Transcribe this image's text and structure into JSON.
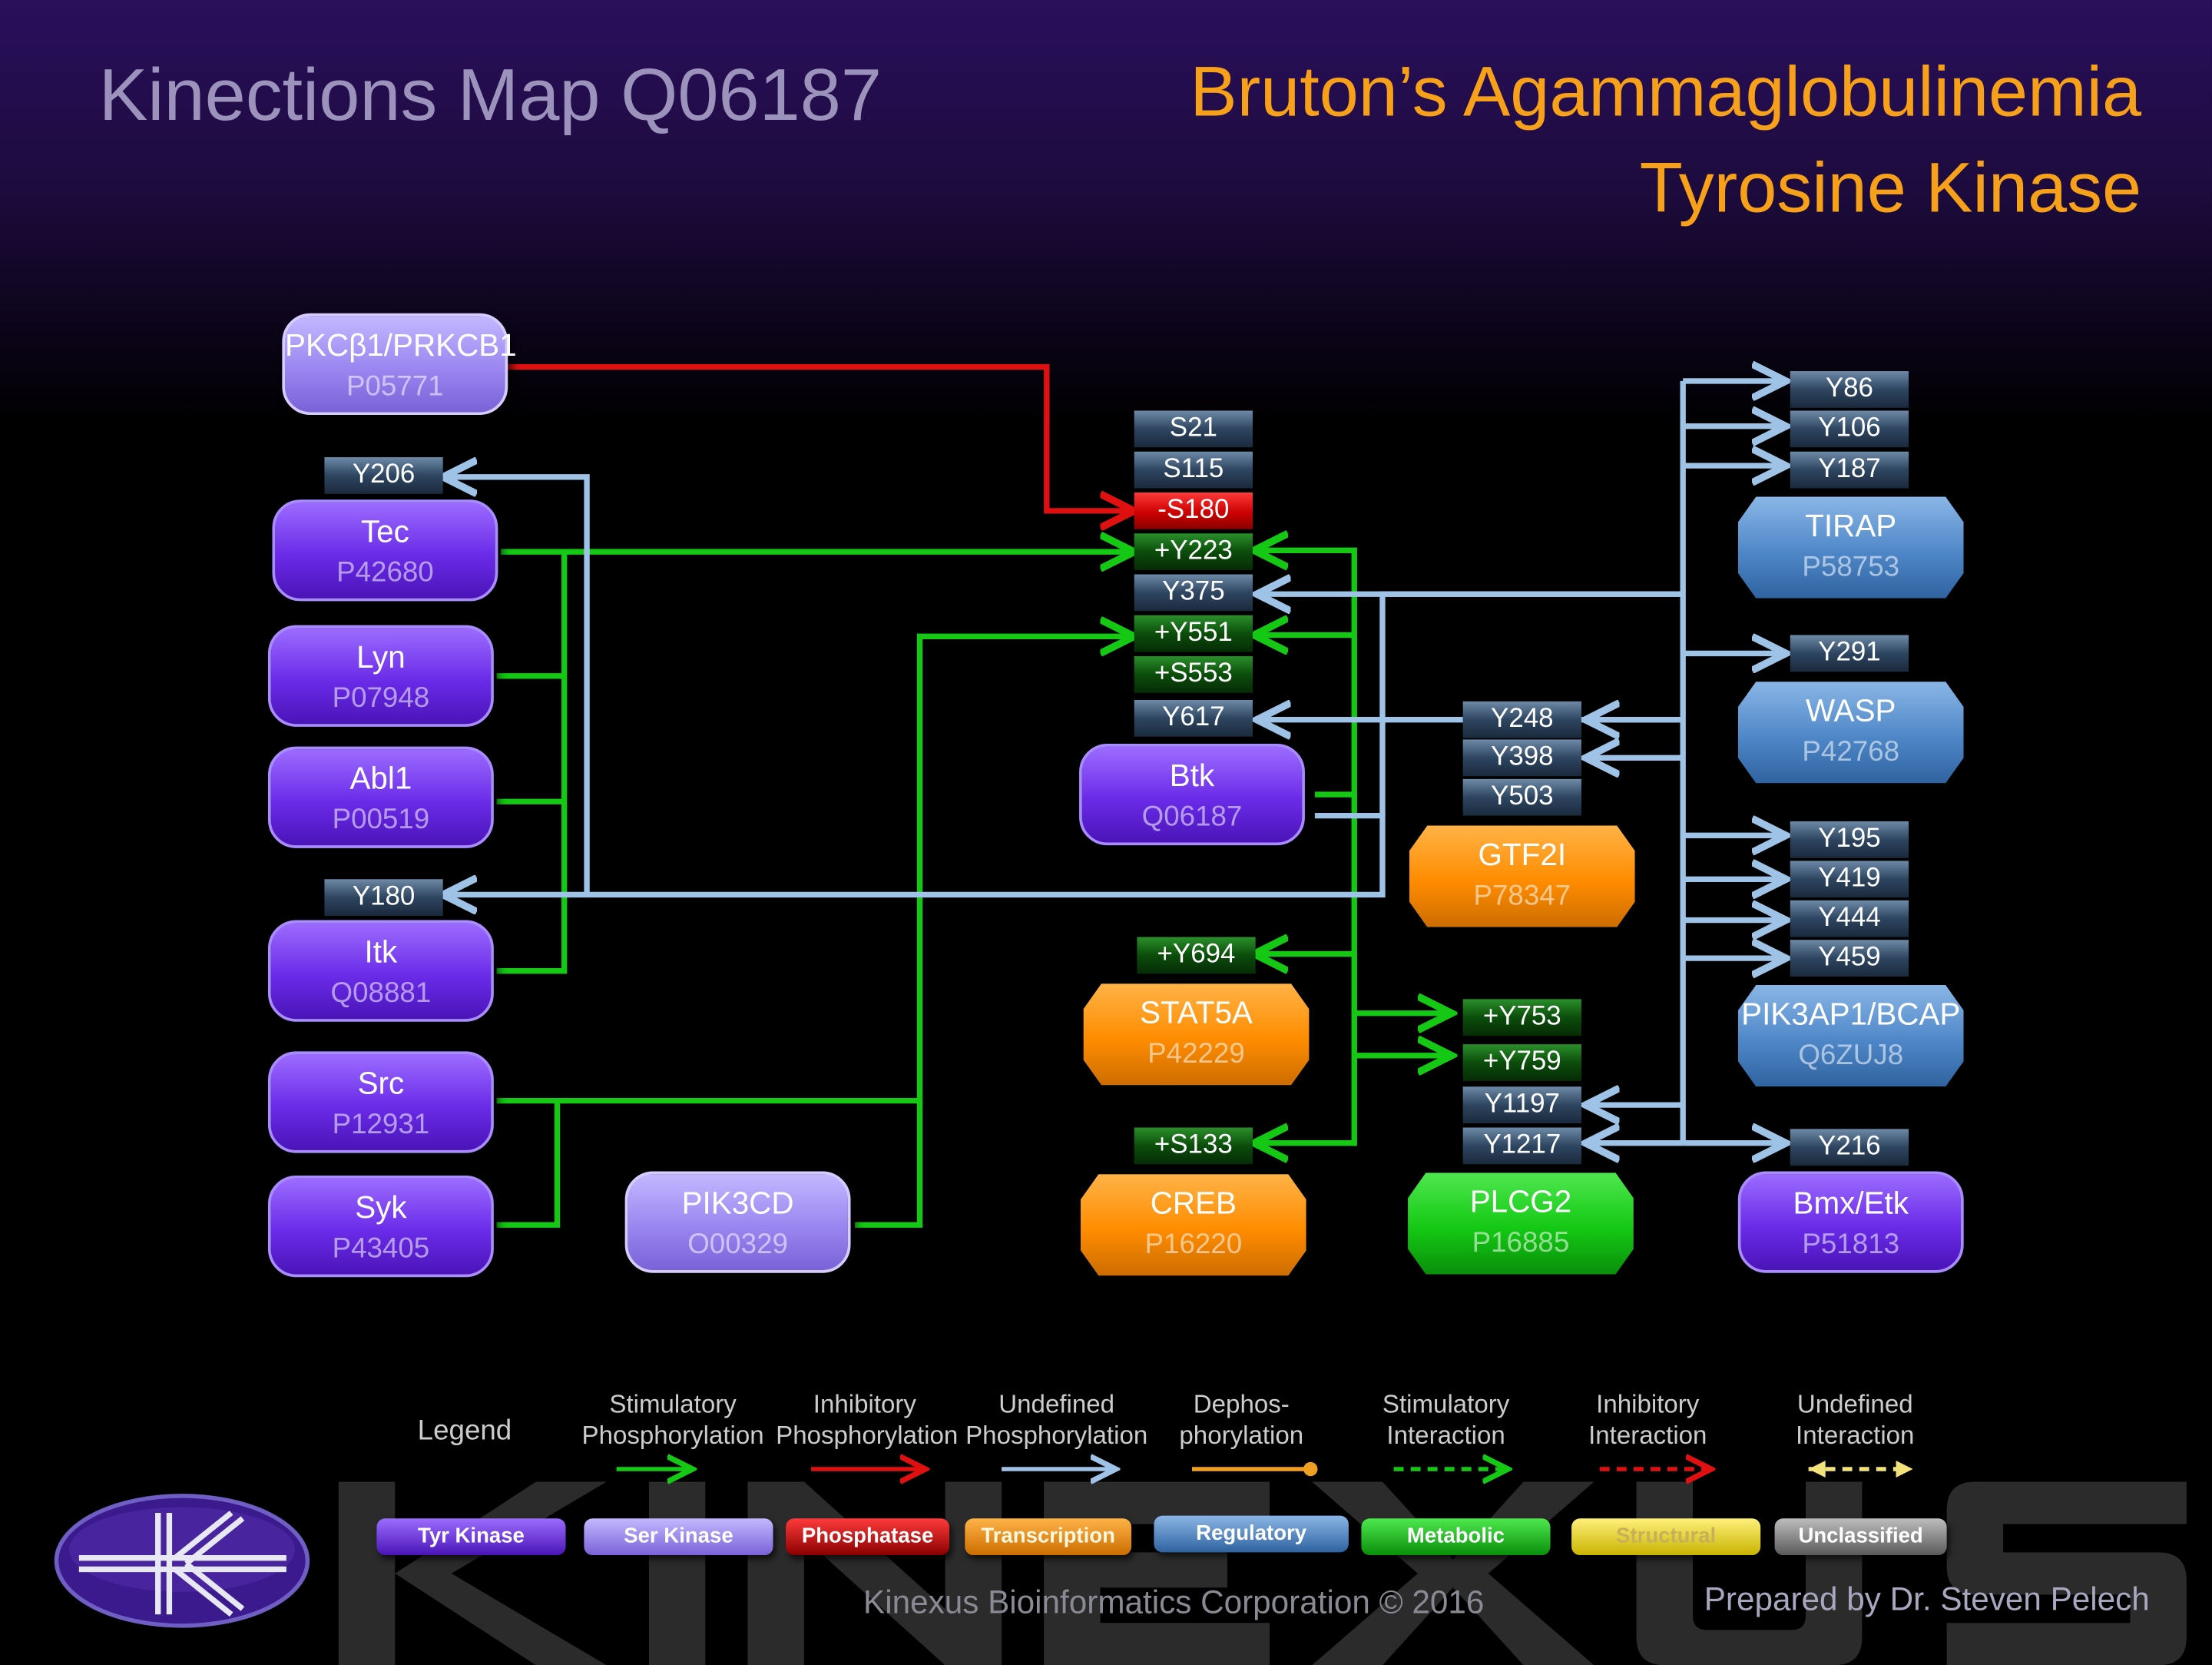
{
  "header": {
    "title": "Kinections Map Q06187",
    "subtitle_line1": "Bruton’s Agammaglobulinemia",
    "subtitle_line2": "Tyrosine Kinase"
  },
  "colors": {
    "stimulatory": "#14c814",
    "inhibitory": "#e01010",
    "undefined": "#9ec3e6",
    "dephos": "#f0a020",
    "tyr_kinase": "#6a2be8",
    "ser_kinase": "#9a86f0",
    "transcription": "#ff8c00",
    "regulatory": "#4e87c8",
    "metabolic": "#14c814"
  },
  "proteins": {
    "prkcb1": {
      "name": "PKCβ1/PRKCB1",
      "acc": "P05771"
    },
    "tec": {
      "name": "Tec",
      "acc": "P42680"
    },
    "lyn": {
      "name": "Lyn",
      "acc": "P07948"
    },
    "abl1": {
      "name": "Abl1",
      "acc": "P00519"
    },
    "itk": {
      "name": "Itk",
      "acc": "Q08881"
    },
    "src": {
      "name": "Src",
      "acc": "P12931"
    },
    "syk": {
      "name": "Syk",
      "acc": "P43405"
    },
    "pik3cd": {
      "name": "PIK3CD",
      "acc": "O00329"
    },
    "btk": {
      "name": "Btk",
      "acc": "Q06187"
    },
    "stat5a": {
      "name": "STAT5A",
      "acc": "P42229"
    },
    "creb": {
      "name": "CREB",
      "acc": "P16220"
    },
    "gtf2i": {
      "name": "GTF2I",
      "acc": "P78347"
    },
    "plcg2": {
      "name": "PLCG2",
      "acc": "P16885"
    },
    "tirap": {
      "name": "TIRAP",
      "acc": "P58753"
    },
    "wasp": {
      "name": "WASP",
      "acc": "P42768"
    },
    "pik3ap1": {
      "name": "PIK3AP1/BCAP",
      "acc": "Q6ZUJ8"
    },
    "bmx": {
      "name": "Bmx/Etk",
      "acc": "P51813"
    }
  },
  "sites": {
    "tec_y206": "Y206",
    "itk_y180": "Y180",
    "btk": [
      "S21",
      "S115",
      "-S180",
      "+Y223",
      "Y375",
      "+Y551",
      "+S553",
      "Y617"
    ],
    "gtf2i": [
      "Y248",
      "Y398",
      "Y503"
    ],
    "stat5a": "+Y694",
    "creb": "+S133",
    "plcg2": [
      "+Y753",
      "+Y759",
      "Y1197",
      "Y1217"
    ],
    "tirap": [
      "Y86",
      "Y106",
      "Y187"
    ],
    "wasp": "Y291",
    "pik3ap1": [
      "Y195",
      "Y419",
      "Y444",
      "Y459"
    ],
    "bmx": "Y216"
  },
  "legend": {
    "title": "Legend",
    "arrows": [
      {
        "l1": "Stimulatory",
        "l2": "Phosphorylation"
      },
      {
        "l1": "Inhibitory",
        "l2": "Phosphorylation"
      },
      {
        "l1": "Undefined",
        "l2": "Phosphorylation"
      },
      {
        "l1": "Dephos-",
        "l2": "phorylation"
      },
      {
        "l1": "Stimulatory",
        "l2": "Interaction"
      },
      {
        "l1": "Inhibitory",
        "l2": "Interaction"
      },
      {
        "l1": "Undefined",
        "l2": "Interaction"
      }
    ],
    "types": [
      "Tyr Kinase",
      "Ser Kinase",
      "Phosphatase",
      "Transcription",
      "Regulatory",
      "Metabolic",
      "Structural",
      "Unclassified"
    ]
  },
  "footer": {
    "left": "Kinexus Bioinformatics Corporation © 2016",
    "right": "Prepared by Dr. Steven Pelech"
  }
}
